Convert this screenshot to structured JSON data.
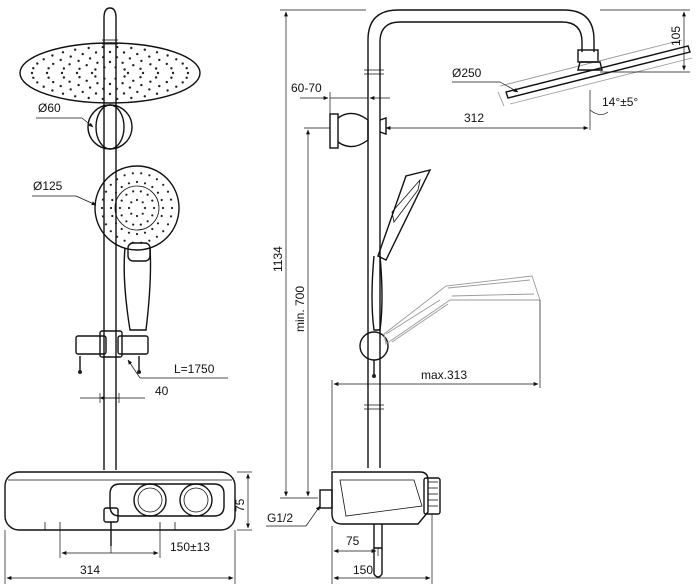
{
  "dimensions": {
    "head_dia": "Ø250",
    "head_height": "105",
    "outlet_angle": "14°±5°",
    "reach": "312",
    "bracket_range": "60-70",
    "bracket_dia": "Ø60",
    "hand_dia": "Ø125",
    "hose_len": "L=1750",
    "holder_gap": "40",
    "total_height": "1134",
    "min_height": "min. 700",
    "max_reach": "max.313",
    "shelf_height": "75",
    "connection": "G1/2",
    "centers": "150±13",
    "shelf_width": "314",
    "depth_75": "75",
    "depth_150": "150"
  }
}
